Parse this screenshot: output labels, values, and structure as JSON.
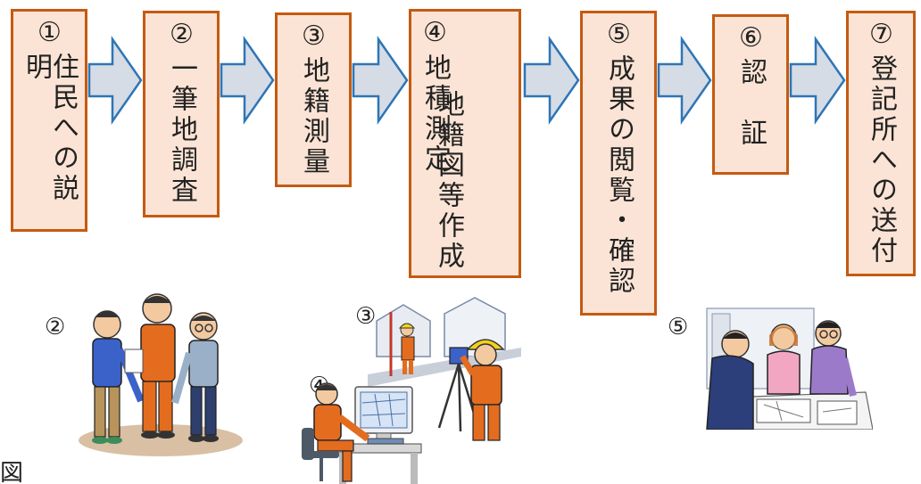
{
  "steps": [
    {
      "num": "①",
      "lines": [
        "住民への説明"
      ]
    },
    {
      "num": "②",
      "lines": [
        "一筆地調査"
      ]
    },
    {
      "num": "③",
      "lines": [
        "地籍測量"
      ]
    },
    {
      "num": "④",
      "lines": [
        "地積測定",
        "地籍図等作成"
      ]
    },
    {
      "num": "⑤",
      "lines": [
        "成果の閲覧・確認"
      ]
    },
    {
      "num": "⑥",
      "lines": [
        "認　証"
      ]
    },
    {
      "num": "⑦",
      "lines": [
        "登記所への送付"
      ]
    }
  ],
  "illustrations": [
    {
      "label": "②",
      "icon": "field-survey-people-icon"
    },
    {
      "label": "③",
      "icon": "surveyor-with-instrument-icon"
    },
    {
      "label": "④",
      "icon": "computer-operator-icon"
    },
    {
      "label": "⑤",
      "icon": "map-review-meeting-icon"
    }
  ],
  "fragment_text": "図",
  "colors": {
    "step_fill": "#fbe4d5",
    "step_border": "#c55a11",
    "arrow_fill": "#d6dce5",
    "arrow_stroke": "#2e75b6",
    "uniform": "#e36c1e"
  }
}
